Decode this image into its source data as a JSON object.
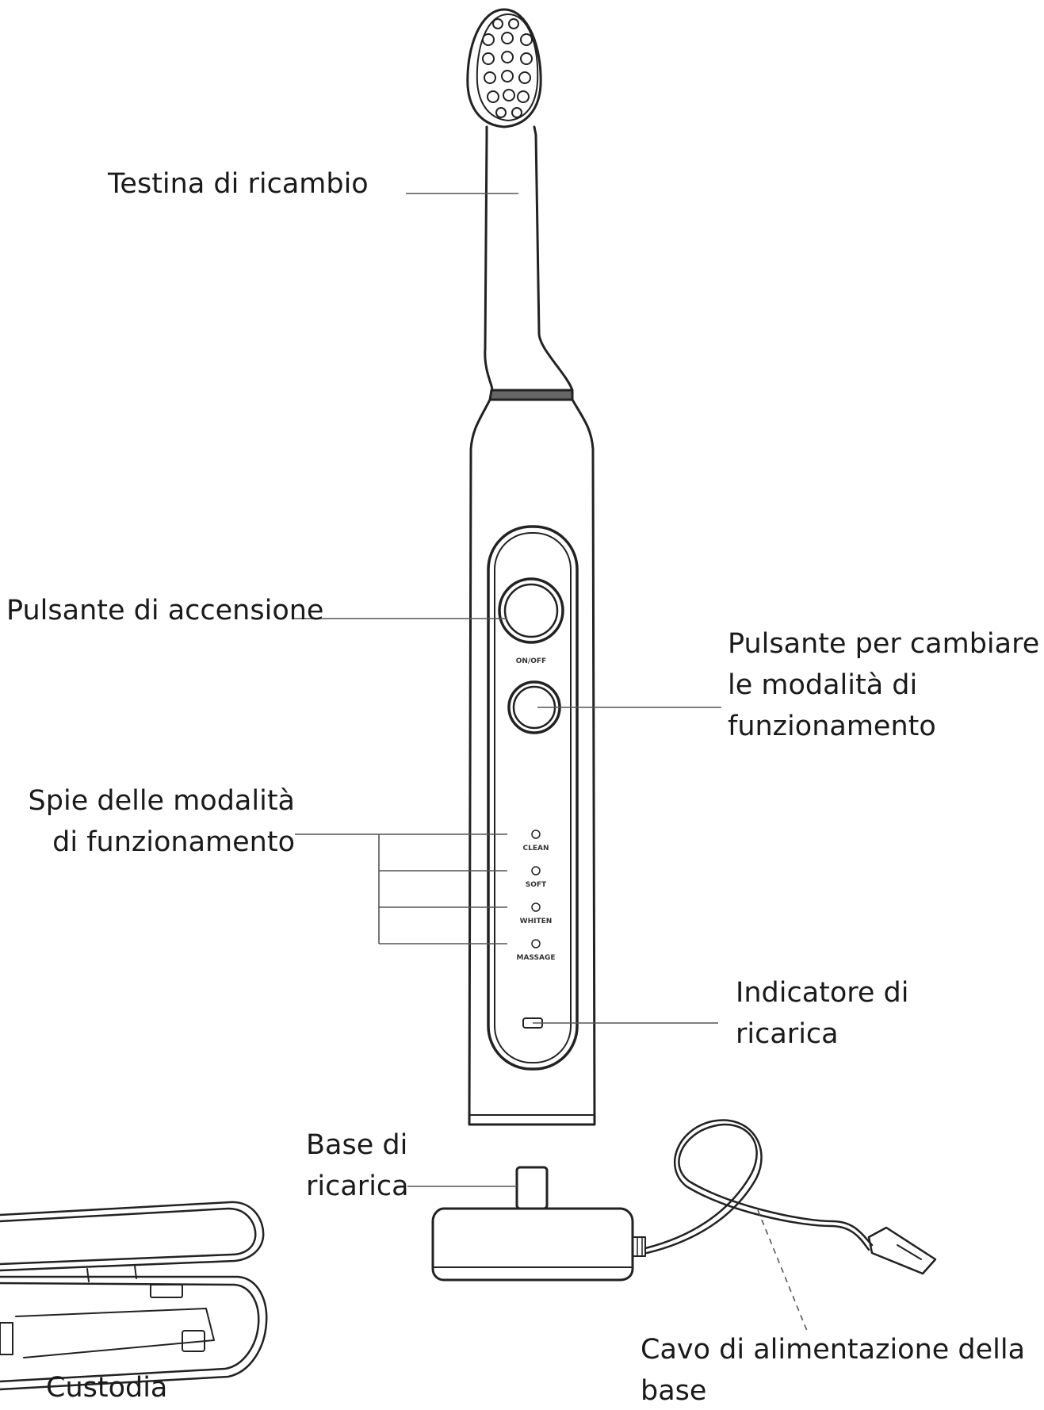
{
  "labels": {
    "replacement_head": "Testina di ricambio",
    "power_button": "Pulsante di accensione",
    "mode_button": [
      "Pulsante per cambiare",
      "le modalità di",
      "funzionamento"
    ],
    "mode_lights": [
      "Spie delle modalità",
      "di funzionamento"
    ],
    "charge_indicator": [
      "Indicatore di",
      "ricarica"
    ],
    "charging_base": [
      "Base di",
      "ricarica"
    ],
    "power_cable": [
      "Cavo di alimentazione della",
      "base"
    ],
    "case": "Custodia"
  },
  "device_text": {
    "onoff": "ON/OFF",
    "modes": [
      "CLEAN",
      "SOFT",
      "WHITEN",
      "MASSAGE"
    ]
  },
  "colors": {
    "line": "#222222",
    "leader": "#555555",
    "text": "#1a1a1a"
  }
}
